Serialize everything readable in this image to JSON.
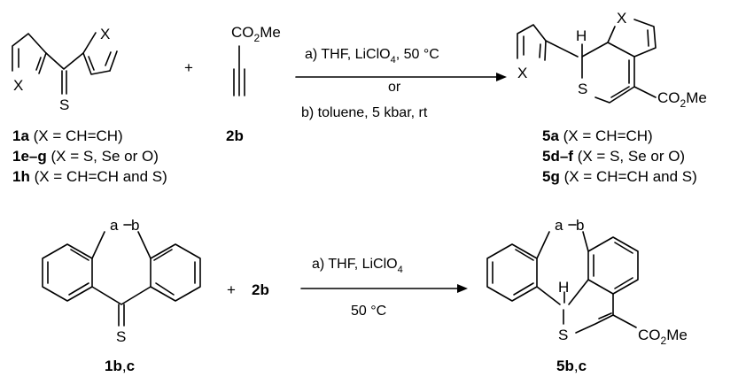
{
  "scheme1": {
    "reactant_thioketone": {
      "atoms": {
        "x_left": "X",
        "x_right": "X",
        "s": "S"
      },
      "labels": [
        {
          "bold": "1a",
          "rest": " (X = CH=CH)"
        },
        {
          "bold": "1e–g",
          "rest": " (X = S, Se or O)"
        },
        {
          "bold": "1h",
          "rest": " (X = CH=CH and S)"
        }
      ]
    },
    "plus": "+",
    "alkyne": {
      "ester_prefix": "CO",
      "ester_sub": "2",
      "ester_suffix": "Me",
      "label": "2b"
    },
    "conditions": {
      "line_a_pre": "a) THF, LiClO",
      "line_a_sub": "4",
      "line_a_post": ", 50 °C",
      "or": "or",
      "line_b": "b) toluene, 5 kbar, rt"
    },
    "product": {
      "atoms": {
        "x_left": "X",
        "x_right": "X",
        "h": "H",
        "s": "S"
      },
      "ester_prefix": "CO",
      "ester_sub": "2",
      "ester_suffix": "Me",
      "labels": [
        {
          "bold": "5a",
          "rest": " (X = CH=CH)"
        },
        {
          "bold": "5d–f",
          "rest": " (X = S, Se or O)"
        },
        {
          "bold": "5g",
          "rest": " (X = CH=CH and S)"
        }
      ]
    }
  },
  "scheme2": {
    "reactant": {
      "a": "a",
      "b": "b",
      "s": "S",
      "label_bold": "1b",
      "label_sep": ",",
      "label_bold2": "c"
    },
    "plus": "+",
    "reagent": "2b",
    "conditions": {
      "line_a_pre": "a) THF, LiClO",
      "line_a_sub": "4",
      "line_b": "50 °C"
    },
    "product": {
      "a": "a",
      "b": "b",
      "h": "H",
      "s": "S",
      "ester_prefix": "CO",
      "ester_sub": "2",
      "ester_suffix": "Me",
      "label_bold": "5b",
      "label_sep": ",",
      "label_bold2": "c"
    }
  }
}
